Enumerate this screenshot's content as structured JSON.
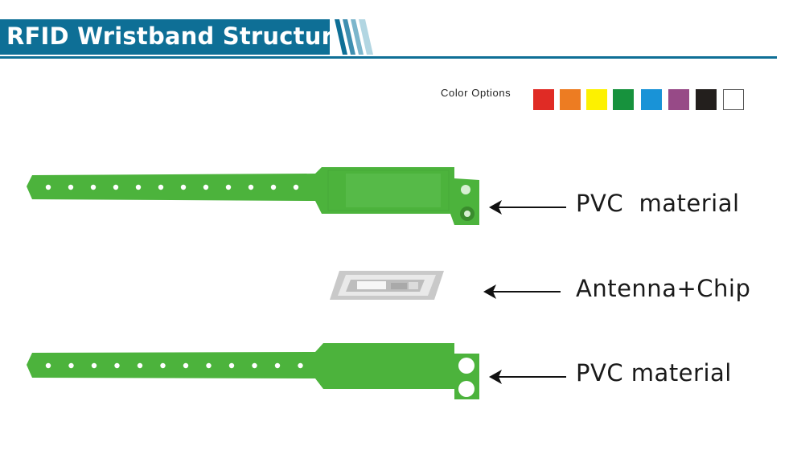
{
  "header": {
    "title": "RFID Wristband Structure",
    "accent": "#0e6f96"
  },
  "color_options": {
    "label": "Color Options",
    "swatches": [
      {
        "name": "red",
        "hex": "#e02b25"
      },
      {
        "name": "orange",
        "hex": "#ed7c22"
      },
      {
        "name": "yellow",
        "hex": "#fdf100"
      },
      {
        "name": "green",
        "hex": "#17923d"
      },
      {
        "name": "blue",
        "hex": "#1993d7"
      },
      {
        "name": "purple",
        "hex": "#974a87"
      },
      {
        "name": "black",
        "hex": "#231f1d"
      },
      {
        "name": "white",
        "hex": "#ffffff"
      }
    ]
  },
  "layers": [
    {
      "label": "PVC  material",
      "part": "top-pvc-strap"
    },
    {
      "label": "Antenna+Chip",
      "part": "rfid-inlay"
    },
    {
      "label": "PVC material",
      "part": "bottom-pvc-strap"
    }
  ],
  "strap_color": "#4cb33c"
}
